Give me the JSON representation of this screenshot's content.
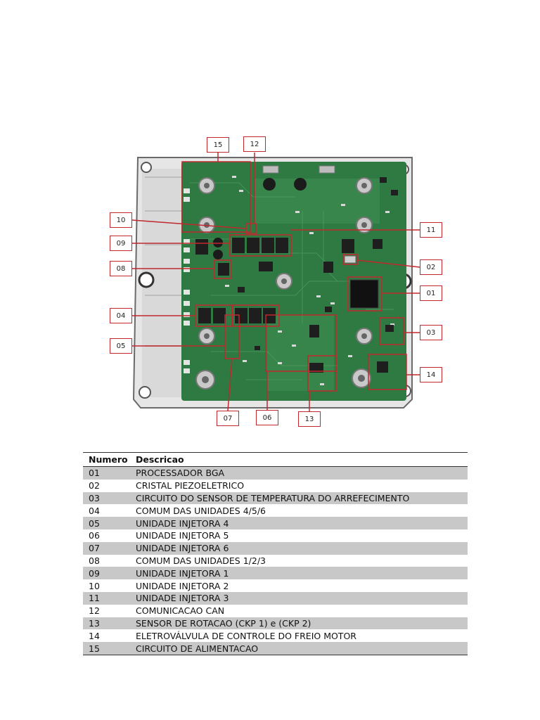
{
  "figure": {
    "callouts": [
      "15",
      "12",
      "10",
      "09",
      "08",
      "04",
      "05",
      "11",
      "02",
      "01",
      "03",
      "14",
      "07",
      "06",
      "13"
    ],
    "callout_color": "#c0282d",
    "board_color": "#2f7a43",
    "housing_color": "#e8e8e8"
  },
  "table": {
    "headers": {
      "numero": "Numero",
      "descricao": "Descricao"
    },
    "rows": [
      {
        "numero": "01",
        "descricao": "PROCESSADOR BGA"
      },
      {
        "numero": "02",
        "descricao": "CRISTAL PIEZOELETRICO"
      },
      {
        "numero": "03",
        "descricao": "CIRCUITO DO SENSOR DE TEMPERATURA DO ARREFECIMENTO"
      },
      {
        "numero": "04",
        "descricao": "COMUM DAS UNIDADES 4/5/6"
      },
      {
        "numero": "05",
        "descricao": "UNIDADE INJETORA 4"
      },
      {
        "numero": "06",
        "descricao": "UNIDADE INJETORA 5"
      },
      {
        "numero": "07",
        "descricao": "UNIDADE INJETORA 6"
      },
      {
        "numero": "08",
        "descricao": "COMUM DAS UNIDADES 1/2/3"
      },
      {
        "numero": "09",
        "descricao": "UNIDADE INJETORA 1"
      },
      {
        "numero": "10",
        "descricao": "UNIDADE INJETORA 2"
      },
      {
        "numero": "11",
        "descricao": "UNIDADE INJETORA 3"
      },
      {
        "numero": "12",
        "descricao": "COMUNICACAO CAN"
      },
      {
        "numero": "13",
        "descricao": "SENSOR DE ROTACAO (CKP 1) e (CKP 2)"
      },
      {
        "numero": "14",
        "descricao": "ELETROVÁLVULA DE CONTROLE DO FREIO MOTOR"
      },
      {
        "numero": "15",
        "descricao": "CIRCUITO DE ALIMENTACAO"
      }
    ]
  }
}
